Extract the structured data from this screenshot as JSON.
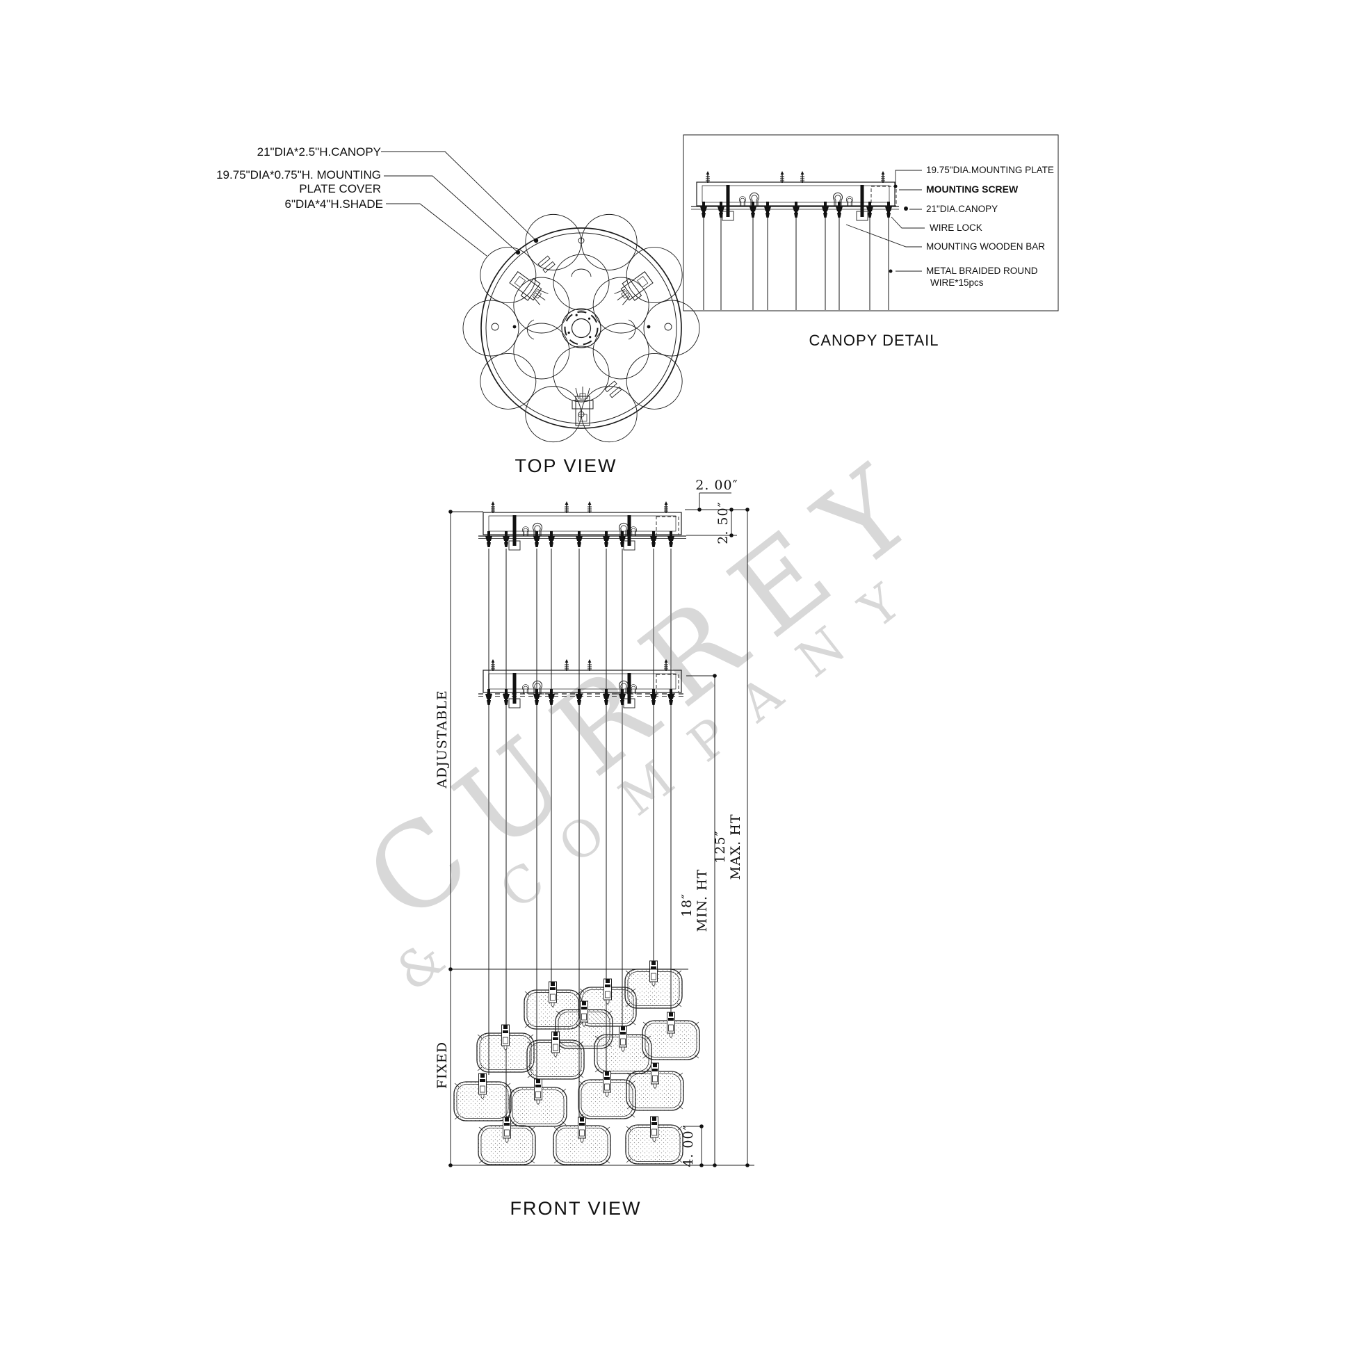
{
  "colors": {
    "line": "#1c1c1c",
    "wire": "#8a8a8a",
    "watermark": "#d8d8d8"
  },
  "top_view": {
    "title": "TOP VIEW",
    "labels": {
      "canopy": "21\"DIA*2.5\"H.CANOPY",
      "mounting_plate_cover_1": "19.75\"DIA*0.75\"H. MOUNTING",
      "mounting_plate_cover_2": "PLATE COVER",
      "shade": "6\"DIA*4\"H.SHADE"
    }
  },
  "canopy_detail": {
    "title": "CANOPY DETAIL",
    "labels": {
      "mounting_plate": "19.75\"DIA.MOUNTING PLATE",
      "mounting_screw": "MOUNTING SCREW",
      "canopy": "21\"DIA.CANOPY",
      "wire_lock": "WIRE LOCK",
      "wooden_bar": "MOUNTING  WOODEN BAR",
      "wire_1": "METAL BRAIDED ROUND",
      "wire_2": "WIRE*15pcs"
    }
  },
  "front_view": {
    "title": "FRONT VIEW",
    "dims": {
      "d200": "2. 00″",
      "d250": "2. 50″",
      "adjustable": "ADJUSTABLE",
      "fixed": "FIXED",
      "min_val": "18″",
      "min_label": "MIN. HT",
      "max_val": "125″",
      "max_label": "MAX. HT",
      "d400": "4. 00″"
    }
  },
  "watermark": {
    "line1": "CURREY",
    "line2": "& COMPANY"
  }
}
